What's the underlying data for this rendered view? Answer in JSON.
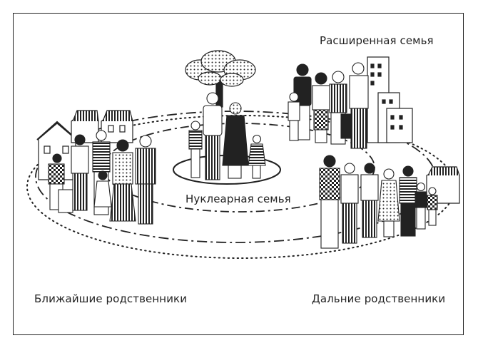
{
  "labels": {
    "extended_family": "Расширенная семья",
    "nuclear_family": "Нуклеарная семья",
    "close_relatives": "Ближайшие родственники",
    "distant_relatives": "Дальние родственники"
  },
  "colors": {
    "ink": "#1a1a1a",
    "background": "#ffffff"
  }
}
